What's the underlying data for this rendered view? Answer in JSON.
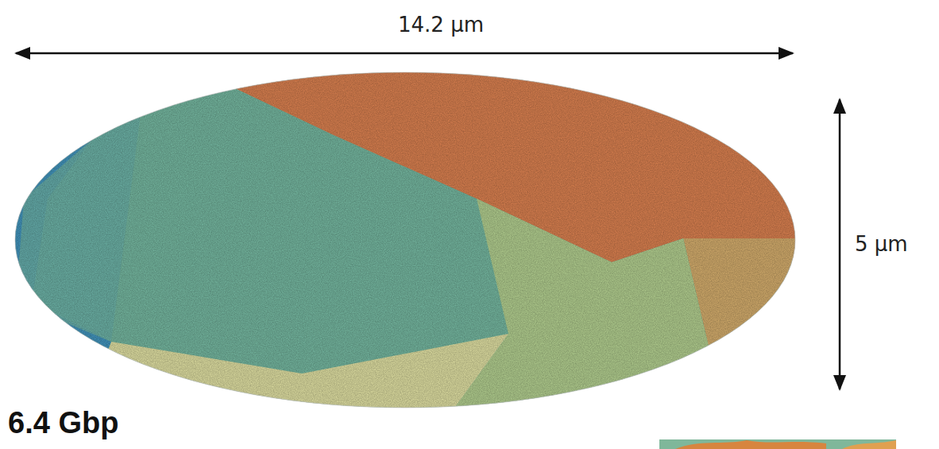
{
  "diagram": {
    "labels": [
      "14.2 μm",
      "5 μm",
      "6.4 Gbp"
    ]
  }
}
